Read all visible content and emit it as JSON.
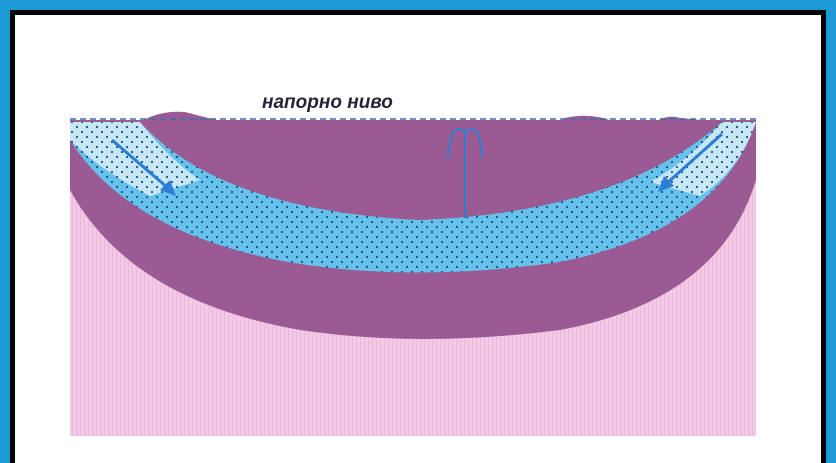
{
  "diagram": {
    "level_label": "напорно ниво",
    "colors": {
      "frame": "#1b9ad6",
      "background_rock": "#f0c4e2",
      "impermeable_layer": "#9a5a93",
      "aquifer": "#5fc0e8",
      "arrow": "#2a7fd4",
      "pressure_line": "#3b6fb0"
    },
    "icons": [
      "flow-arrow-left",
      "flow-arrow-right",
      "fountain-icon"
    ]
  }
}
